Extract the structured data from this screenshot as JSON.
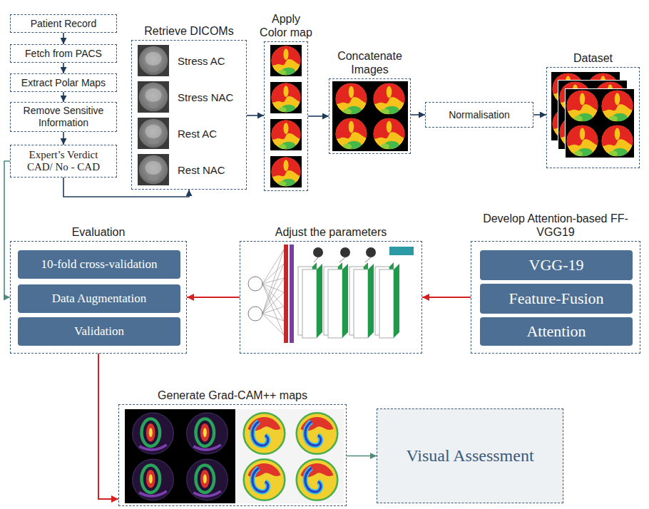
{
  "diagram": {
    "nodes": [
      {
        "text": [
          "Patient Record"
        ]
      },
      {
        "text": [
          "Fetch from PACS"
        ]
      },
      {
        "text": [
          "Extract Polar Maps"
        ]
      },
      {
        "text": [
          "Remove Sensitive Information"
        ]
      },
      {
        "text": [
          "Expert’s Verdict CAD/ No - CAD"
        ]
      },
      {
        "text": [
          "Retrieve DICOMs",
          "Stress AC",
          "Stress NAC",
          "Rest AC",
          "Rest NAC"
        ]
      },
      {
        "text": [
          "Apply Color map"
        ]
      },
      {
        "text": [
          "Concatenate Images"
        ]
      },
      {
        "text": [
          "Normalisation"
        ]
      },
      {
        "text": [
          "Dataset"
        ]
      },
      {
        "text": [
          "Evaluation"
        ]
      },
      {
        "text": [
          "10-fold cross-validation"
        ],
        "in": 10
      },
      {
        "text": [
          "Data Augmentation"
        ],
        "in": 10
      },
      {
        "text": [
          "Validation"
        ],
        "in": 10
      },
      {
        "text": [
          "Adjust the parameters"
        ]
      },
      {
        "text": [
          "Develop Attention-based FF-VGG19"
        ]
      },
      {
        "text": [
          "VGG-19"
        ],
        "in": 15
      },
      {
        "text": [
          "Feature-Fusion"
        ],
        "in": 15
      },
      {
        "text": [
          "Attention"
        ],
        "in": 15
      },
      {
        "text": [
          "Generate Grad-CAM++ maps"
        ]
      },
      {
        "text": [
          "Visual Assessment"
        ]
      }
    ],
    "edges": [
      {
        "from": 0,
        "to": 1,
        "arrow": "to"
      },
      {
        "from": 1,
        "to": 2,
        "arrow": "to"
      },
      {
        "from": 2,
        "to": 3,
        "arrow": "to"
      },
      {
        "from": 3,
        "to": 4,
        "arrow": "to"
      },
      {
        "from": 4,
        "to": 5,
        "arrow": "to"
      },
      {
        "from": 5,
        "to": 6,
        "arrow": "to"
      },
      {
        "from": 6,
        "to": 7,
        "arrow": "to"
      },
      {
        "from": 7,
        "to": 8,
        "arrow": "to"
      },
      {
        "from": 8,
        "to": 9,
        "arrow": "to"
      },
      {
        "from": 15,
        "to": 14,
        "arrow": "to"
      },
      {
        "from": 14,
        "to": 10,
        "arrow": "to"
      },
      {
        "from": 4,
        "to": 10,
        "arrow": "to"
      },
      {
        "from": 10,
        "to": 19,
        "arrow": "to"
      },
      {
        "from": 19,
        "to": 20,
        "arrow": "to"
      }
    ]
  }
}
